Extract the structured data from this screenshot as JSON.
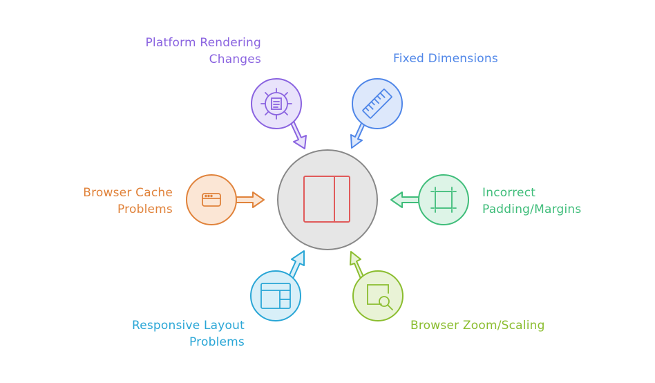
{
  "diagram": {
    "center": {
      "icon": "split-panel-icon"
    },
    "factors": [
      {
        "id": "platform",
        "lines": [
          "Platform Rendering",
          "Changes"
        ],
        "icon": "gear-document-icon",
        "color": "#8a63e0",
        "fill": "#e9e3fb"
      },
      {
        "id": "fixed",
        "lines": [
          "Fixed Dimensions"
        ],
        "icon": "ruler-icon",
        "color": "#4f86e8",
        "fill": "#dde8fb"
      },
      {
        "id": "cache",
        "lines": [
          "Browser Cache",
          "Problems"
        ],
        "icon": "browser-window-icon",
        "color": "#e0823a",
        "fill": "#fbe6d5"
      },
      {
        "id": "padding",
        "lines": [
          "Incorrect",
          "Padding/Margins"
        ],
        "icon": "box-model-icon",
        "color": "#3fbd7a",
        "fill": "#ddf4e7"
      },
      {
        "id": "responsive",
        "lines": [
          "Responsive Layout",
          "Problems"
        ],
        "icon": "layout-grid-icon",
        "color": "#29a6d6",
        "fill": "#d8eff8"
      },
      {
        "id": "zoom",
        "lines": [
          "Browser Zoom/Scaling"
        ],
        "icon": "zoom-magnifier-icon",
        "color": "#8bbd2f",
        "fill": "#e9f3d6"
      }
    ]
  }
}
